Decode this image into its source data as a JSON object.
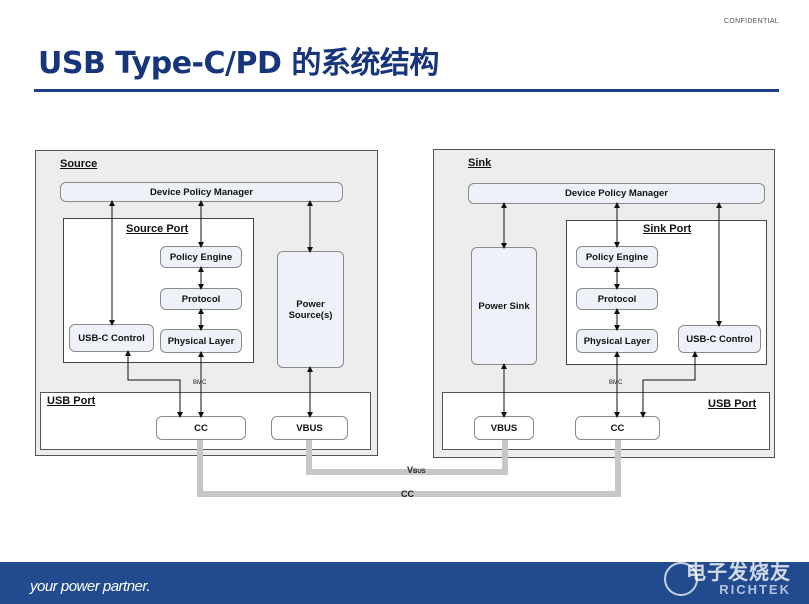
{
  "header": {
    "confidential": "CONFIDENTIAL",
    "title": "USB Type-C/PD 的系统结构"
  },
  "source": {
    "label": "Source",
    "dpm": "Device Policy Manager",
    "port_label": "Source Port",
    "policy_engine": "Policy Engine",
    "protocol": "Protocol",
    "physical_layer": "Physical Layer",
    "usbc_control": "USB-C Control",
    "power": "Power Source(s)",
    "usb_port": "USB Port",
    "bmc": "BMC",
    "cc": "CC",
    "vbus": "VBUS"
  },
  "sink": {
    "label": "Sink",
    "dpm": "Device Policy Manager",
    "port_label": "Sink Port",
    "policy_engine": "Policy Engine",
    "protocol": "Protocol",
    "physical_layer": "Physical Layer",
    "usbc_control": "USB-C Control",
    "power": "Power Sink",
    "usb_port": "USB Port",
    "bmc": "BMC",
    "cc": "CC",
    "vbus": "VBUS"
  },
  "links": {
    "vbus_main": "V",
    "vbus_sub": "BUS",
    "cc": "CC"
  },
  "footer": {
    "tagline": "your power partner.",
    "watermark": "电子发烧友",
    "watermark_sub": "RICHTEK"
  },
  "colors": {
    "brand_blue": "#214a8f",
    "title_blue": "#16357a",
    "pill_fill": "#eef1f7",
    "connector_gray": "#c7c7c7"
  }
}
